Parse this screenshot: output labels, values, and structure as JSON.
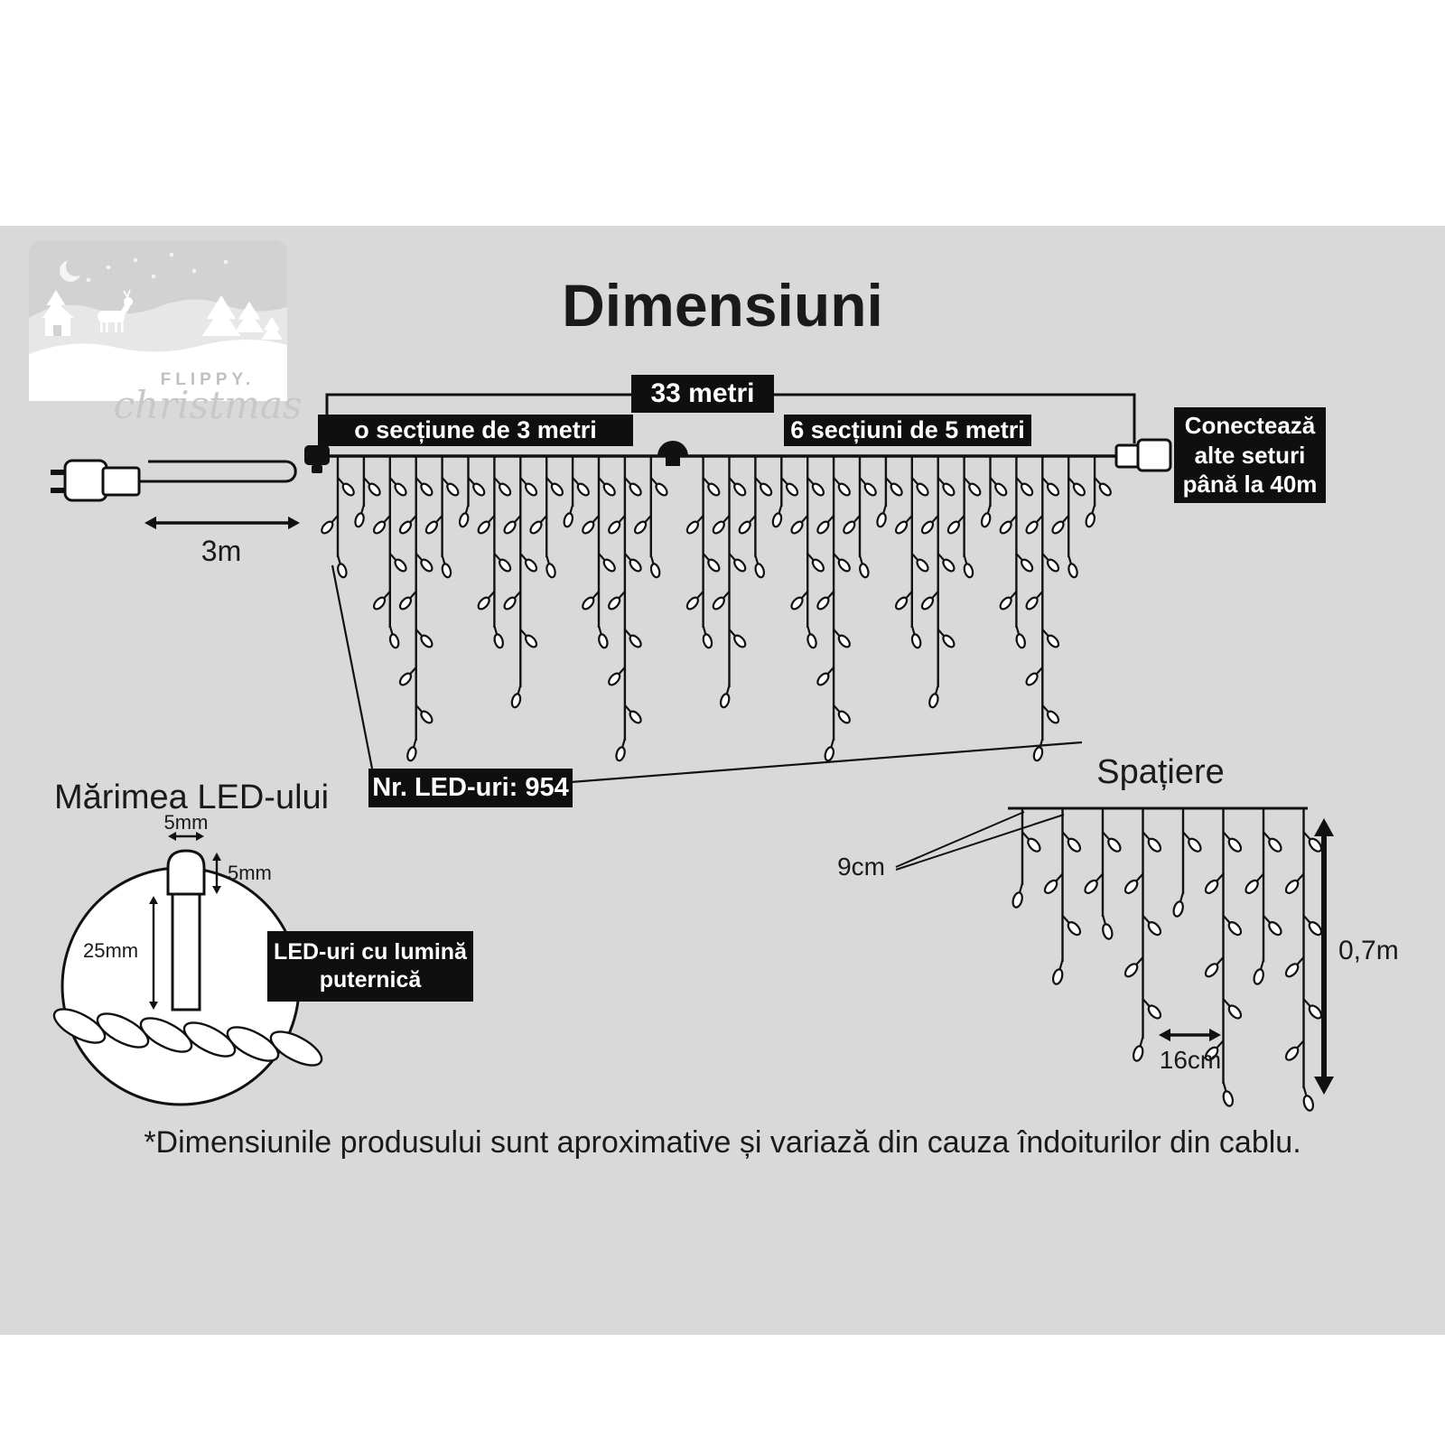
{
  "title": "Dimensiuni",
  "logo": {
    "brand": "FLIPPY.",
    "script": "christmas"
  },
  "main_diagram": {
    "total_label": "33 metri",
    "left_section_label": "o secțiune de 3 metri",
    "right_section_label": "6 secțiuni de 5 metri",
    "lead_label": "3m",
    "connector_note": "Conectează\nalte seturi\npână la 40m",
    "led_count": "Nr. LED-uri: 954"
  },
  "led_detail": {
    "heading": "Mărimea LED-ului",
    "top_width": "5mm",
    "cap_height": "5mm",
    "body_height": "25mm",
    "note": "LED-uri cu lumină\nputernică"
  },
  "spacing_diagram": {
    "heading": "Spațiere",
    "drop_gap": "9cm",
    "bulb_gap": "16cm",
    "drop_height": "0,7m"
  },
  "footnote": "*Dimensiunile produsului sunt aproximative și variază din cauza îndoiturilor din cablu.",
  "colors": {
    "background": "#d9d9d9",
    "ink": "#111111",
    "label_bg": "#0f0f0f",
    "label_text": "#ffffff"
  }
}
